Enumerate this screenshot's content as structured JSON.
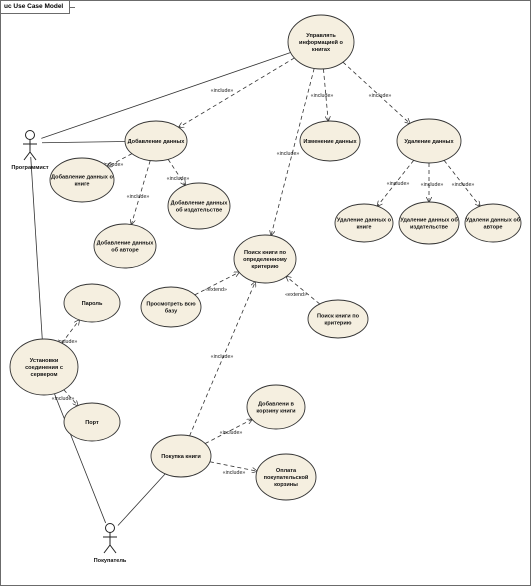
{
  "diagram": {
    "frame_title": "uc Use Case Model",
    "actors": [
      {
        "id": "programmer",
        "label": "Программист"
      },
      {
        "id": "buyer",
        "label": "Покупатель"
      }
    ],
    "use_cases": [
      {
        "id": "manage",
        "lines": [
          "Управлять",
          "информацией о",
          "книгах"
        ]
      },
      {
        "id": "add",
        "lines": [
          "Добавление данных"
        ]
      },
      {
        "id": "change",
        "lines": [
          "Изменение данных"
        ]
      },
      {
        "id": "delete",
        "lines": [
          "Удаление данных"
        ]
      },
      {
        "id": "add_book",
        "lines": [
          "Добавление данных о",
          "книге"
        ]
      },
      {
        "id": "add_author",
        "lines": [
          "Добавление данных",
          "об авторе"
        ]
      },
      {
        "id": "add_publisher",
        "lines": [
          "Добавление данных",
          "об издательстве"
        ]
      },
      {
        "id": "del_book",
        "lines": [
          "Удаление данных о",
          "книге"
        ]
      },
      {
        "id": "del_publisher",
        "lines": [
          "Удаление данных об",
          "издательстве"
        ]
      },
      {
        "id": "del_author",
        "lines": [
          "Удалени данных об",
          "авторе"
        ]
      },
      {
        "id": "search",
        "lines": [
          "Поиск книги по",
          "определенному",
          "критерию"
        ]
      },
      {
        "id": "browse",
        "lines": [
          "Просмотреть всю",
          "базу"
        ]
      },
      {
        "id": "search_crit",
        "lines": [
          "Поиск книги по",
          "критерию"
        ]
      },
      {
        "id": "connect",
        "lines": [
          "Установки",
          "соединения с",
          "сервером"
        ]
      },
      {
        "id": "password",
        "lines": [
          "Пароль"
        ]
      },
      {
        "id": "port",
        "lines": [
          "Порт"
        ]
      },
      {
        "id": "buy",
        "lines": [
          "Покупка книги"
        ]
      },
      {
        "id": "cart_add",
        "lines": [
          "Добавлени в",
          "корзину книги"
        ]
      },
      {
        "id": "pay",
        "lines": [
          "Оплата",
          "покупательской",
          "корзины"
        ]
      }
    ],
    "relations": [
      {
        "from": "manage",
        "to": "add",
        "type": "include",
        "label": "«include»"
      },
      {
        "from": "manage",
        "to": "change",
        "type": "include",
        "label": "«include»"
      },
      {
        "from": "manage",
        "to": "delete",
        "type": "include",
        "label": "«include»"
      },
      {
        "from": "manage",
        "to": "search",
        "type": "include",
        "label": "«include»"
      },
      {
        "from": "add",
        "to": "add_book",
        "type": "include",
        "label": "«include»"
      },
      {
        "from": "add",
        "to": "add_author",
        "type": "include",
        "label": "«include»"
      },
      {
        "from": "add",
        "to": "add_publisher",
        "type": "include",
        "label": "«include»"
      },
      {
        "from": "delete",
        "to": "del_book",
        "type": "include",
        "label": "«include»"
      },
      {
        "from": "delete",
        "to": "del_publisher",
        "type": "include",
        "label": "«include»"
      },
      {
        "from": "delete",
        "to": "del_author",
        "type": "include",
        "label": "«include»"
      },
      {
        "from": "browse",
        "to": "search",
        "type": "extend",
        "label": "«extend»"
      },
      {
        "from": "search_crit",
        "to": "search",
        "type": "extend",
        "label": "«extend»"
      },
      {
        "from": "connect",
        "to": "password",
        "type": "include",
        "label": "«include»"
      },
      {
        "from": "connect",
        "to": "port",
        "type": "include",
        "label": "«include»"
      },
      {
        "from": "buy",
        "to": "search",
        "type": "include",
        "label": "«include»"
      },
      {
        "from": "buy",
        "to": "cart_add",
        "type": "include",
        "label": "«include»"
      },
      {
        "from": "buy",
        "to": "pay",
        "type": "include",
        "label": "«include»"
      },
      {
        "from": "programmer",
        "to": "manage",
        "type": "association",
        "label": ""
      },
      {
        "from": "programmer",
        "to": "add",
        "type": "association",
        "label": ""
      },
      {
        "from": "programmer",
        "to": "connect",
        "type": "association",
        "label": ""
      },
      {
        "from": "buyer",
        "to": "connect",
        "type": "association",
        "label": ""
      },
      {
        "from": "buyer",
        "to": "buy",
        "type": "association",
        "label": ""
      }
    ]
  }
}
